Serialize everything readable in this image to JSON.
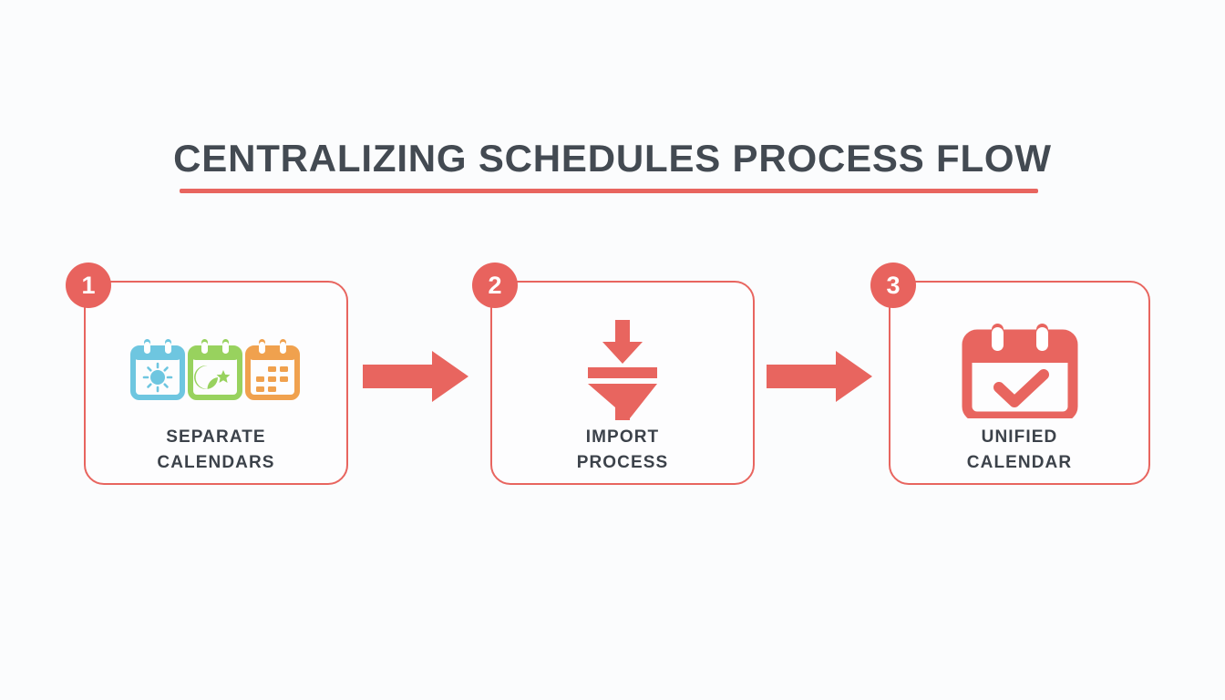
{
  "page": {
    "background_color": "#fbfcfd",
    "accent_color": "#e8655f",
    "text_color": "#3c424a"
  },
  "header": {
    "title": "CENTRALIZING SCHEDULES PROCESS FLOW",
    "underline_color": "#e8655f"
  },
  "flow": {
    "steps": [
      {
        "number": "1",
        "label_line1": "SEPARATE",
        "label_line2": "CALENDARS",
        "icon": "three-calendars-icon",
        "icon_colors": [
          "#6ec6e0",
          "#98d25e",
          "#f0a14e"
        ],
        "sub_icons": [
          "sun-icon",
          "moon-star-icon",
          "grid-days-icon"
        ]
      },
      {
        "number": "2",
        "label_line1": "IMPORT",
        "label_line2": "PROCESS",
        "icon": "import-funnel-icon",
        "icon_colors": [
          "#e8655f"
        ],
        "sub_icons": [
          "down-arrow-icon",
          "funnel-icon"
        ]
      },
      {
        "number": "3",
        "label_line1": "UNIFIED",
        "label_line2": "CALENDAR",
        "icon": "calendar-check-icon",
        "icon_colors": [
          "#e8655f"
        ],
        "sub_icons": [
          "checkmark-icon"
        ]
      }
    ],
    "connectors": [
      {
        "name": "arrow-step1-to-step2",
        "direction": "right",
        "color": "#e8655f"
      },
      {
        "name": "arrow-step2-to-step3",
        "direction": "right",
        "color": "#e8655f"
      }
    ]
  }
}
